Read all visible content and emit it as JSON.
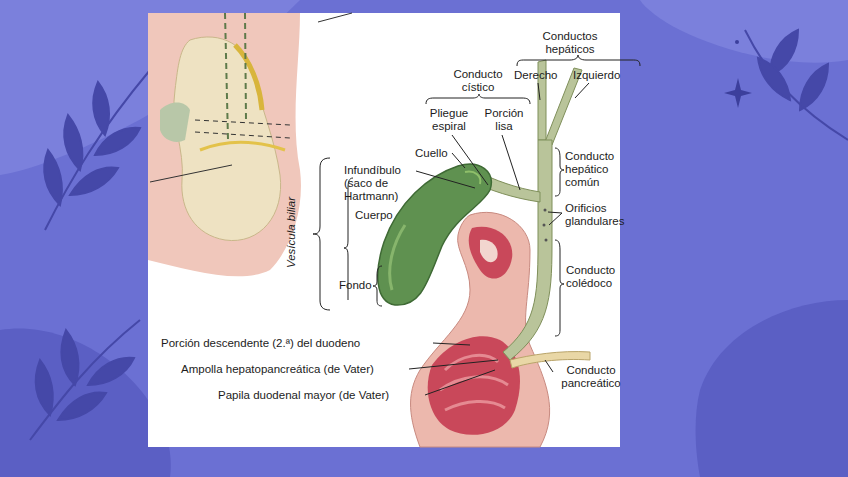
{
  "diagram": {
    "labels": [
      "Conductos hepáticos",
      "Derecho",
      "Izquierdo",
      "Conducto cístico",
      "Pliegue espiral",
      "Porción lisa",
      "Cuello",
      "Infundíbulo (saco de Hartmann)",
      "Cuerpo",
      "Vesícula biliar",
      "Fondo",
      "Conducto hepático común",
      "Orificios glandulares",
      "Conducto colédoco",
      "Porción descendente (2.ª) del duodeno",
      "Ampolla hepatopancreática (de Vater)",
      "Papila duodenal mayor (de Vater)",
      "Conducto pancreático"
    ]
  }
}
